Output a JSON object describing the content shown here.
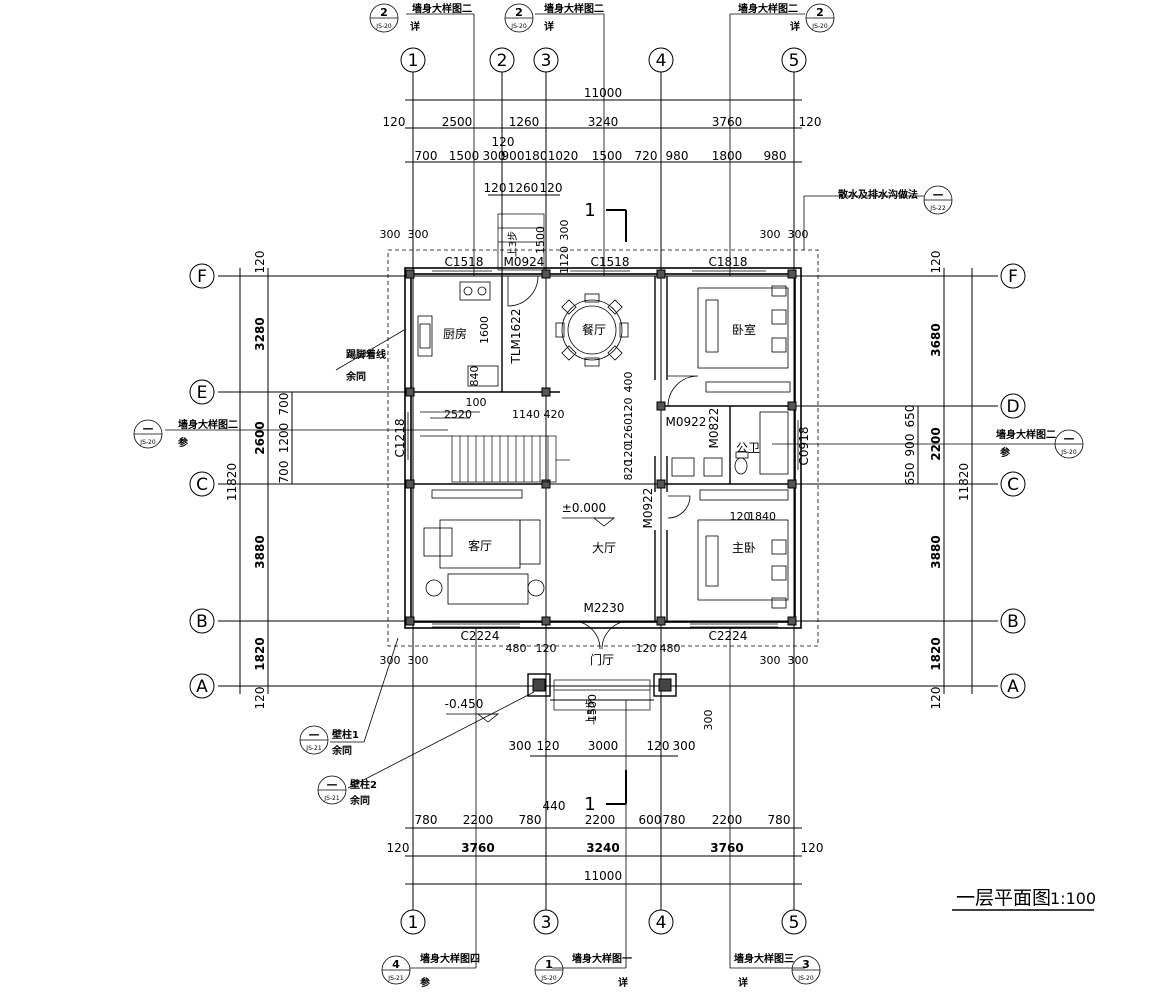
{
  "title": "一层平面图",
  "scale": "1:100",
  "axes_h": [
    "1",
    "2",
    "3",
    "4",
    "5"
  ],
  "axes_v": [
    "F",
    "E",
    "C",
    "B",
    "A"
  ],
  "axes_v_right": [
    "F",
    "D",
    "C",
    "B",
    "A"
  ],
  "top_dims": {
    "total": "11000",
    "row1": [
      "120",
      "2500",
      "1260",
      "3240",
      "3760",
      "120"
    ],
    "row2": [
      "700",
      "1500",
      "300",
      "900",
      "180",
      "1020",
      "1500",
      "720",
      "980",
      "1800",
      "980"
    ],
    "stair": [
      "120",
      "1260",
      "120"
    ],
    "small": [
      "120"
    ]
  },
  "bottom_dims": {
    "total": "11000",
    "row1": [
      "120",
      "3760",
      "3240",
      "3760",
      "120"
    ],
    "row2": [
      "780",
      "2200",
      "780",
      "2200",
      "600",
      "780",
      "2200",
      "780"
    ],
    "extra": [
      "440"
    ],
    "entry": [
      "300",
      "120",
      "3000",
      "120",
      "300"
    ]
  },
  "left_dims": {
    "total": "11820",
    "row1": [
      "120",
      "3280",
      "2600",
      "3880",
      "1820",
      "120"
    ],
    "row2": [
      "700",
      "1200",
      "700"
    ]
  },
  "right_dims": {
    "total": "11820",
    "row1": [
      "120",
      "3680",
      "2200",
      "3880",
      "1820",
      "120"
    ],
    "row2": [
      "650",
      "900",
      "650"
    ]
  },
  "rooms": {
    "kitchen": "厨房",
    "dining": "餐厅",
    "bedroom": "卧室",
    "toilet": "公卫",
    "living": "客厅",
    "hall": "大厅",
    "master": "主卧",
    "porch": "门厅"
  },
  "doors_windows": [
    "C1518",
    "M0924",
    "C1518",
    "C1818",
    "TLM1622",
    "M0922",
    "M0822",
    "C0918",
    "C1218",
    "M0922",
    "M2230",
    "C2224",
    "C2224"
  ],
  "levels": [
    "±0.000",
    "-0.450"
  ],
  "callouts": {
    "wall_detail_2": "墙身大样图二",
    "wall_detail_1": "墙身大样图一",
    "wall_detail_3": "墙身大样图三",
    "wall_detail_4": "墙身大样图四",
    "drain": "散水及排水沟做法",
    "skirting": "踢脚着线",
    "pillar1": "壁柱1",
    "pillar2": "壁柱2",
    "same": "余同",
    "see": "参",
    "detail": "详",
    "ref_js20": "JS-20",
    "ref_js21": "JS-21",
    "ref_js22": "JS-22",
    "num2": "2",
    "num1": "1",
    "num3": "3",
    "num4": "4",
    "dash": "—"
  },
  "section_mark": "1",
  "stair_label": "上3步",
  "misc_dims": [
    "300",
    "300",
    "300",
    "300",
    "1600",
    "840",
    "100",
    "2520",
    "1140",
    "420",
    "400",
    "120",
    "1260",
    "120",
    "820",
    "120",
    "1840",
    "480",
    "120",
    "120",
    "480",
    "300",
    "300",
    "1500",
    "1120",
    "300",
    "1500",
    "300",
    "300",
    "300"
  ]
}
